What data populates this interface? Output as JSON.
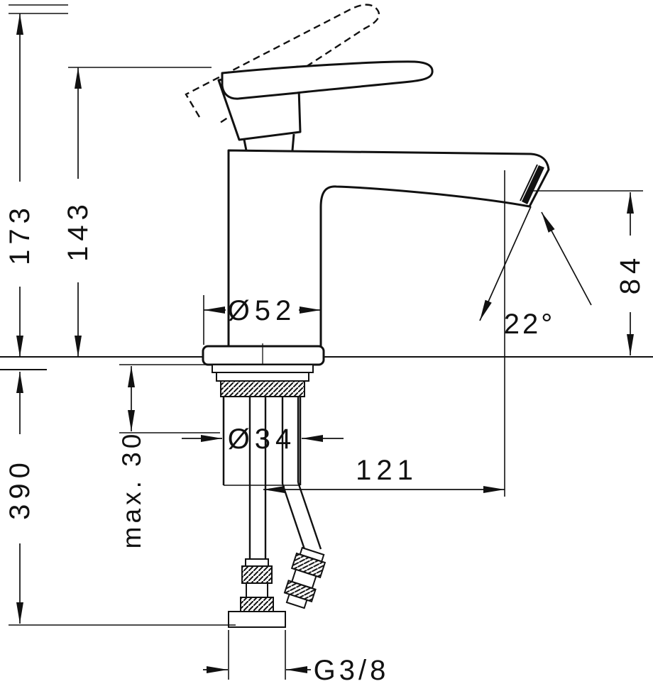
{
  "drawing": {
    "background": "#ffffff",
    "stroke_color": "#111111",
    "dims": {
      "total_height": "173",
      "spout_top_height": "143",
      "under_counter_length": "390",
      "max_mounting_thickness": "max. 30",
      "base_diameter": "Ø52",
      "shaft_diameter": "Ø34",
      "spout_reach": "121",
      "outlet_height": "84",
      "outlet_angle": "22°",
      "connection_thread": "G3/8"
    }
  }
}
